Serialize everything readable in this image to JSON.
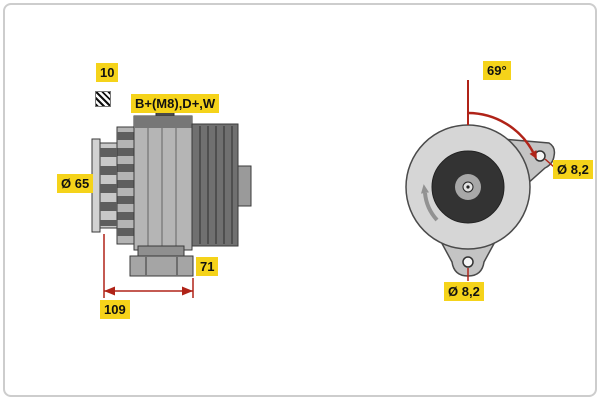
{
  "meta": {
    "title": "Alternator technical drawing, side view and front view with dimensions"
  },
  "colors": {
    "label_bg": "#f5d31a",
    "label_text": "#111111",
    "dimension_red": "#b02318",
    "frame_border": "#cdcdcd",
    "body_dark": "#5e5e5e",
    "body_light": "#c8c8c8"
  },
  "icons": {
    "hatch_square_icon": "diagonal-stripes-material-marker"
  },
  "side_view": {
    "shaft_label": "10",
    "terminals_label": "B+(M8),D+,W",
    "pulley_diameter_label": "Ø 65",
    "mount_width_label": "71",
    "overall_length_label": "109"
  },
  "front_view": {
    "angle_label": "69°",
    "hole_right_label": "Ø 8,2",
    "hole_bottom_label": "Ø 8,2"
  }
}
